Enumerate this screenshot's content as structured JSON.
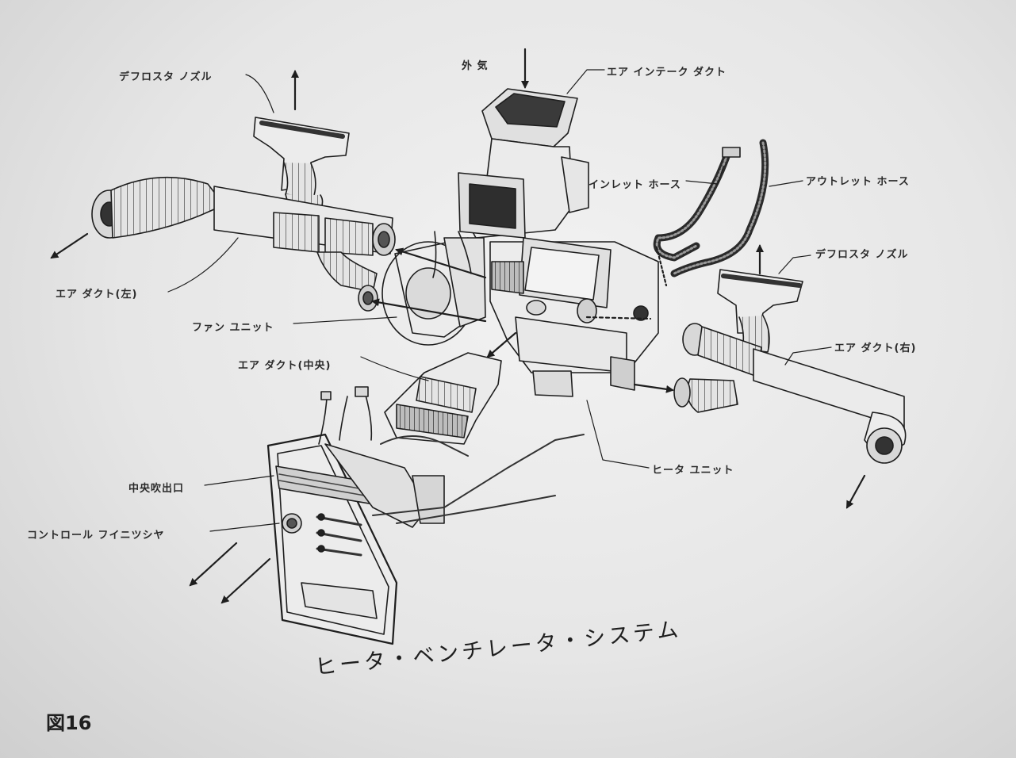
{
  "labels": {
    "defroster_nozzle_left": "デフロスタ ノズル",
    "outside_air": "外 気",
    "air_intake_duct": "エア インテーク ダクト",
    "inlet_hose": "インレット ホース",
    "outlet_hose": "アウトレット ホース",
    "defroster_nozzle_right": "デフロスタ ノズル",
    "air_duct_left": "エア ダクト(左)",
    "fan_unit": "ファン ユニット",
    "air_duct_center": "エア ダクト(中央)",
    "air_duct_right": "エア ダクト(右)",
    "center_outlet": "中央吹出口",
    "control_finisher": "コントロール フイニツシヤ",
    "heater_unit": "ヒータ ユニット"
  },
  "caption": "ヒータ・ベンチレータ・システム",
  "figure_number": "図16",
  "colors": {
    "ink": "#1e1e1e",
    "paper": "#eeeeee"
  }
}
